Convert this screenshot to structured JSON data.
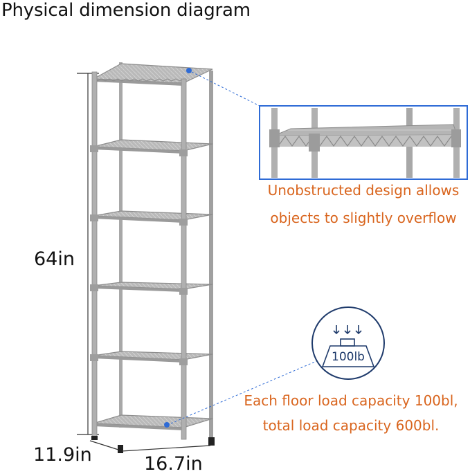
{
  "title": "Physical dimension diagram",
  "dimensions": {
    "height": "64in",
    "depth": "11.9in",
    "width": "16.7in"
  },
  "detail_callout": {
    "line1": "Unobstructed design allows",
    "line2": "objects to slightly overflow"
  },
  "load_callout": {
    "badge": "100lb",
    "line1": "Each floor load capacity 100bl,",
    "line2": "total load capacity 600bl."
  },
  "colors": {
    "accent_blue": "#2e6bd6",
    "badge_navy": "#1e3a6b",
    "callout_orange": "#d9651e",
    "metal": "#9a9a9a"
  }
}
